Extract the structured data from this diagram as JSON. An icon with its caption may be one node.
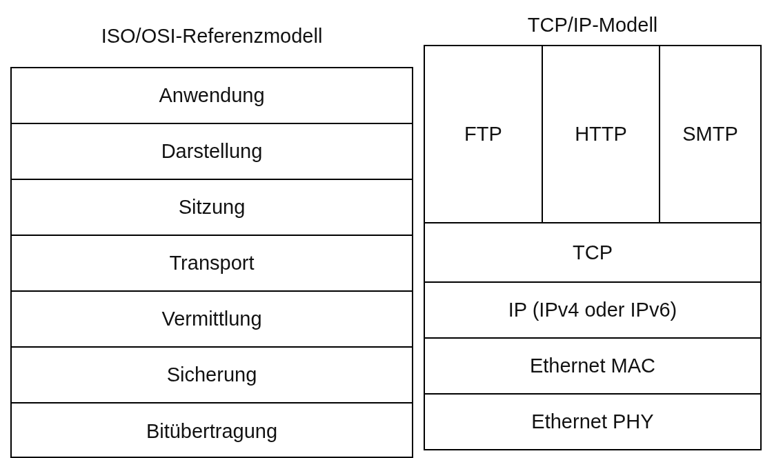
{
  "diagram": {
    "nodes": [
      {
        "text": [
          "ISO/OSI-Referenzmodell"
        ]
      },
      {
        "text": [
          "Anwendung"
        ],
        "in": 0
      },
      {
        "text": [
          "Darstellung"
        ],
        "in": 0
      },
      {
        "text": [
          "Sitzung"
        ],
        "in": 0
      },
      {
        "text": [
          "Transport"
        ],
        "in": 0
      },
      {
        "text": [
          "Vermittlung"
        ],
        "in": 0
      },
      {
        "text": [
          "Sicherung"
        ],
        "in": 0
      },
      {
        "text": [
          "Bitübertragung"
        ],
        "in": 0
      },
      {
        "text": [
          "TCP/IP-Modell"
        ]
      },
      {
        "text": [
          "FTP"
        ],
        "in": 8
      },
      {
        "text": [
          "HTTP"
        ],
        "in": 8
      },
      {
        "text": [
          "SMTP"
        ],
        "in": 8
      },
      {
        "text": [
          "TCP"
        ],
        "in": 8
      },
      {
        "text": [
          "IP (IPv4 oder IPv6)"
        ],
        "in": 8
      },
      {
        "text": [
          "Ethernet MAC"
        ],
        "in": 8
      },
      {
        "text": [
          "Ethernet PHY"
        ],
        "in": 8
      }
    ]
  }
}
